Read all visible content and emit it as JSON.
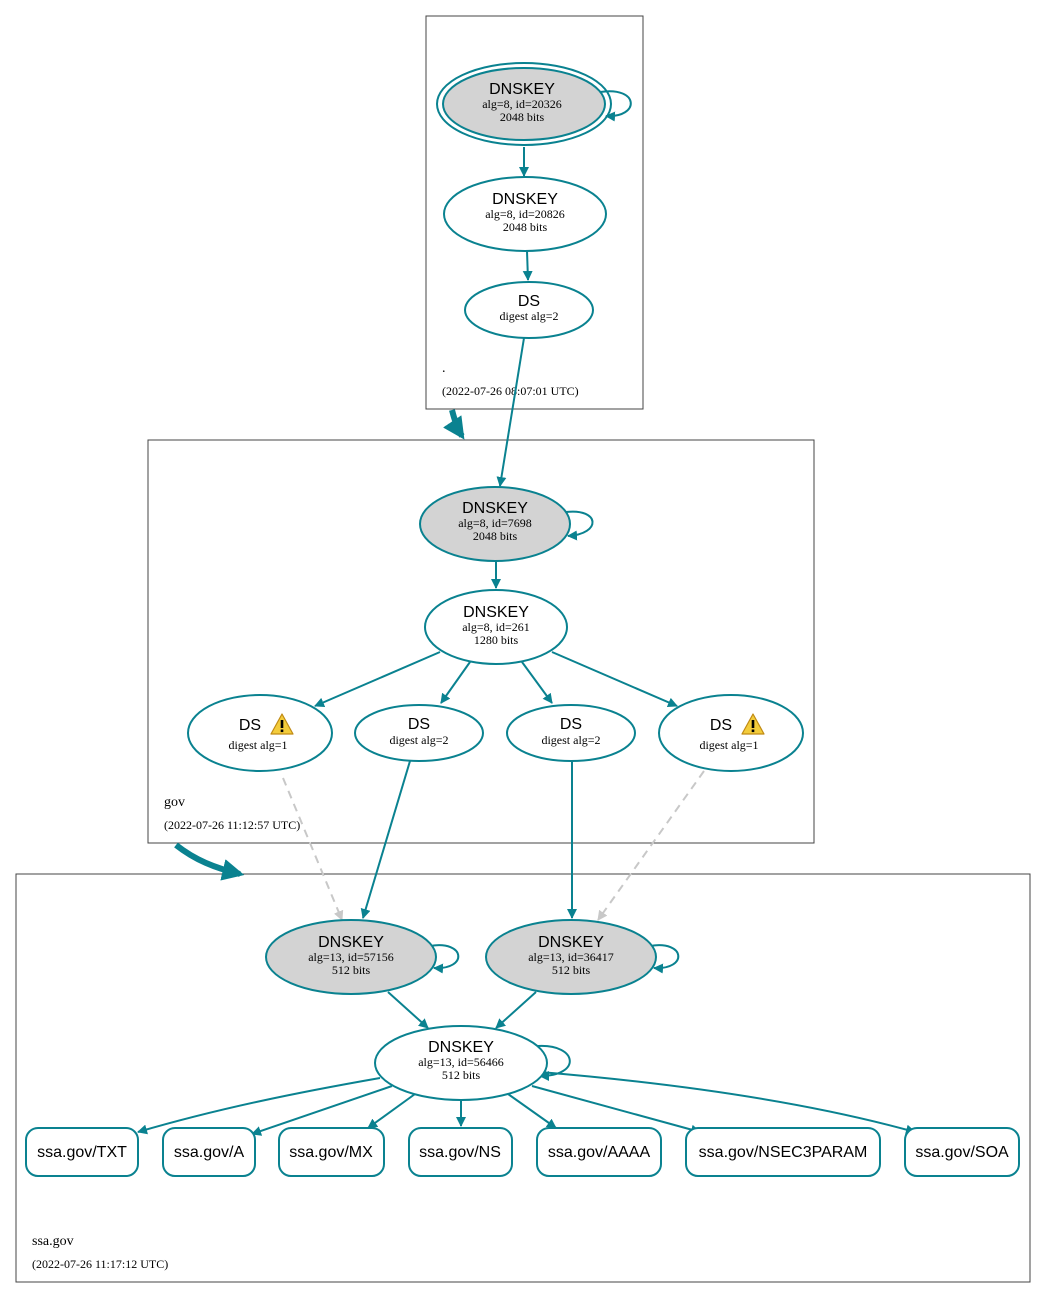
{
  "colors": {
    "edge": "#0a8290",
    "ksk_fill": "#d3d3d3",
    "zsk_fill": "#ffffff",
    "zone_border": "#444444",
    "dashed_edge": "#c8c8c8",
    "warning_fill": "#f3cc3b"
  },
  "zones": {
    "root": {
      "name": ".",
      "timestamp": "(2022-07-26 08:07:01 UTC)"
    },
    "gov": {
      "name": "gov",
      "timestamp": "(2022-07-26 11:12:57 UTC)"
    },
    "ssa": {
      "name": "ssa.gov",
      "timestamp": "(2022-07-26 11:17:12 UTC)"
    }
  },
  "nodes": {
    "root_ksk": {
      "title": "DNSKEY",
      "line1": "alg=8, id=20326",
      "line2": "2048 bits"
    },
    "root_zsk": {
      "title": "DNSKEY",
      "line1": "alg=8, id=20826",
      "line2": "2048 bits"
    },
    "root_ds": {
      "title": "DS",
      "line1": "digest alg=2"
    },
    "gov_ksk": {
      "title": "DNSKEY",
      "line1": "alg=8, id=7698",
      "line2": "2048 bits"
    },
    "gov_zsk": {
      "title": "DNSKEY",
      "line1": "alg=8, id=261",
      "line2": "1280 bits"
    },
    "gov_ds1": {
      "title": "DS",
      "line1": "digest alg=1",
      "warning_icon": "warning-icon"
    },
    "gov_ds2": {
      "title": "DS",
      "line1": "digest alg=2"
    },
    "gov_ds3": {
      "title": "DS",
      "line1": "digest alg=2"
    },
    "gov_ds4": {
      "title": "DS",
      "line1": "digest alg=1",
      "warning_icon": "warning-icon"
    },
    "ssa_ksk1": {
      "title": "DNSKEY",
      "line1": "alg=13, id=57156",
      "line2": "512 bits"
    },
    "ssa_ksk2": {
      "title": "DNSKEY",
      "line1": "alg=13, id=36417",
      "line2": "512 bits"
    },
    "ssa_zsk": {
      "title": "DNSKEY",
      "line1": "alg=13, id=56466",
      "line2": "512 bits"
    }
  },
  "rrsets": [
    "ssa.gov/TXT",
    "ssa.gov/A",
    "ssa.gov/MX",
    "ssa.gov/NS",
    "ssa.gov/AAAA",
    "ssa.gov/NSEC3PARAM",
    "ssa.gov/SOA"
  ]
}
